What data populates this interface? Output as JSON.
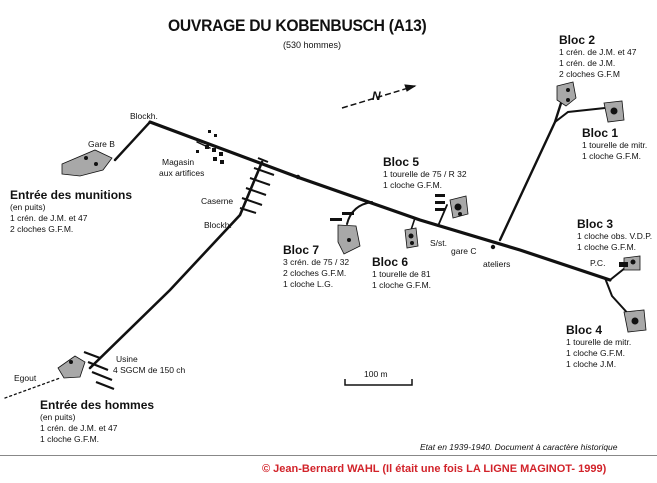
{
  "title": "OUVRAGE DU KOBENBUSCH (A13)",
  "subtitle": "(530 hommes)",
  "north_marker": "N",
  "labels": {
    "blockh_top": "Blockh.",
    "gare_b": "Gare B",
    "magasin": "Magasin",
    "aux_artifices": "aux artifices",
    "caserne": "Caserne",
    "blockh_mid": "Blockh.",
    "usine": "Usine",
    "usine_detail": "4 SGCM de 150 ch",
    "egout": "Egout",
    "s_st": "S/st.",
    "gare_c": "gare C",
    "ateliers": "ateliers",
    "pc": "P.C.",
    "scale": "100 m"
  },
  "entrees": {
    "munitions": {
      "name": "Entrée des munitions",
      "lines": [
        "(en puits)",
        "1 crén. de J.M. et 47",
        "2 cloches G.F.M."
      ]
    },
    "hommes": {
      "name": "Entrée des hommes",
      "lines": [
        "(en puits)",
        "1 crén. de J.M. et 47",
        "1 cloche G.F.M."
      ]
    }
  },
  "blocs": {
    "bloc2": {
      "name": "Bloc 2",
      "lines": [
        "1 crén. de J.M. et 47",
        "1 crén. de J.M.",
        "2 cloches G.F.M"
      ]
    },
    "bloc1": {
      "name": "Bloc 1",
      "lines": [
        "1 tourelle de mitr.",
        "1 cloche G.F.M."
      ]
    },
    "bloc5": {
      "name": "Bloc 5",
      "lines": [
        "1 tourelle de 75 / R 32",
        "1 cloche G.F.M."
      ]
    },
    "bloc3": {
      "name": "Bloc 3",
      "lines": [
        "1 cloche obs. V.D.P.",
        "1 cloche G.F.M."
      ]
    },
    "bloc7": {
      "name": "Bloc 7",
      "lines": [
        "3 crén. de 75 / 32",
        "2 cloches G.F.M.",
        "1 cloche L.G."
      ]
    },
    "bloc6": {
      "name": "Bloc 6",
      "lines": [
        "1 tourelle de 81",
        "1 cloche G.F.M."
      ]
    },
    "bloc4": {
      "name": "Bloc 4",
      "lines": [
        "1 tourelle de mitr.",
        "1 cloche G.F.M.",
        "1 cloche J.M."
      ]
    }
  },
  "footer_note": "Etat en 1939-1940. Document à caractère historique",
  "copyright": "© Jean-Bernard WAHL (Il était une fois LA LIGNE MAGINOT- 1999)",
  "colors": {
    "ink": "#111111",
    "copyright": "#d2232a",
    "block_fill": "#a8a8a8"
  }
}
